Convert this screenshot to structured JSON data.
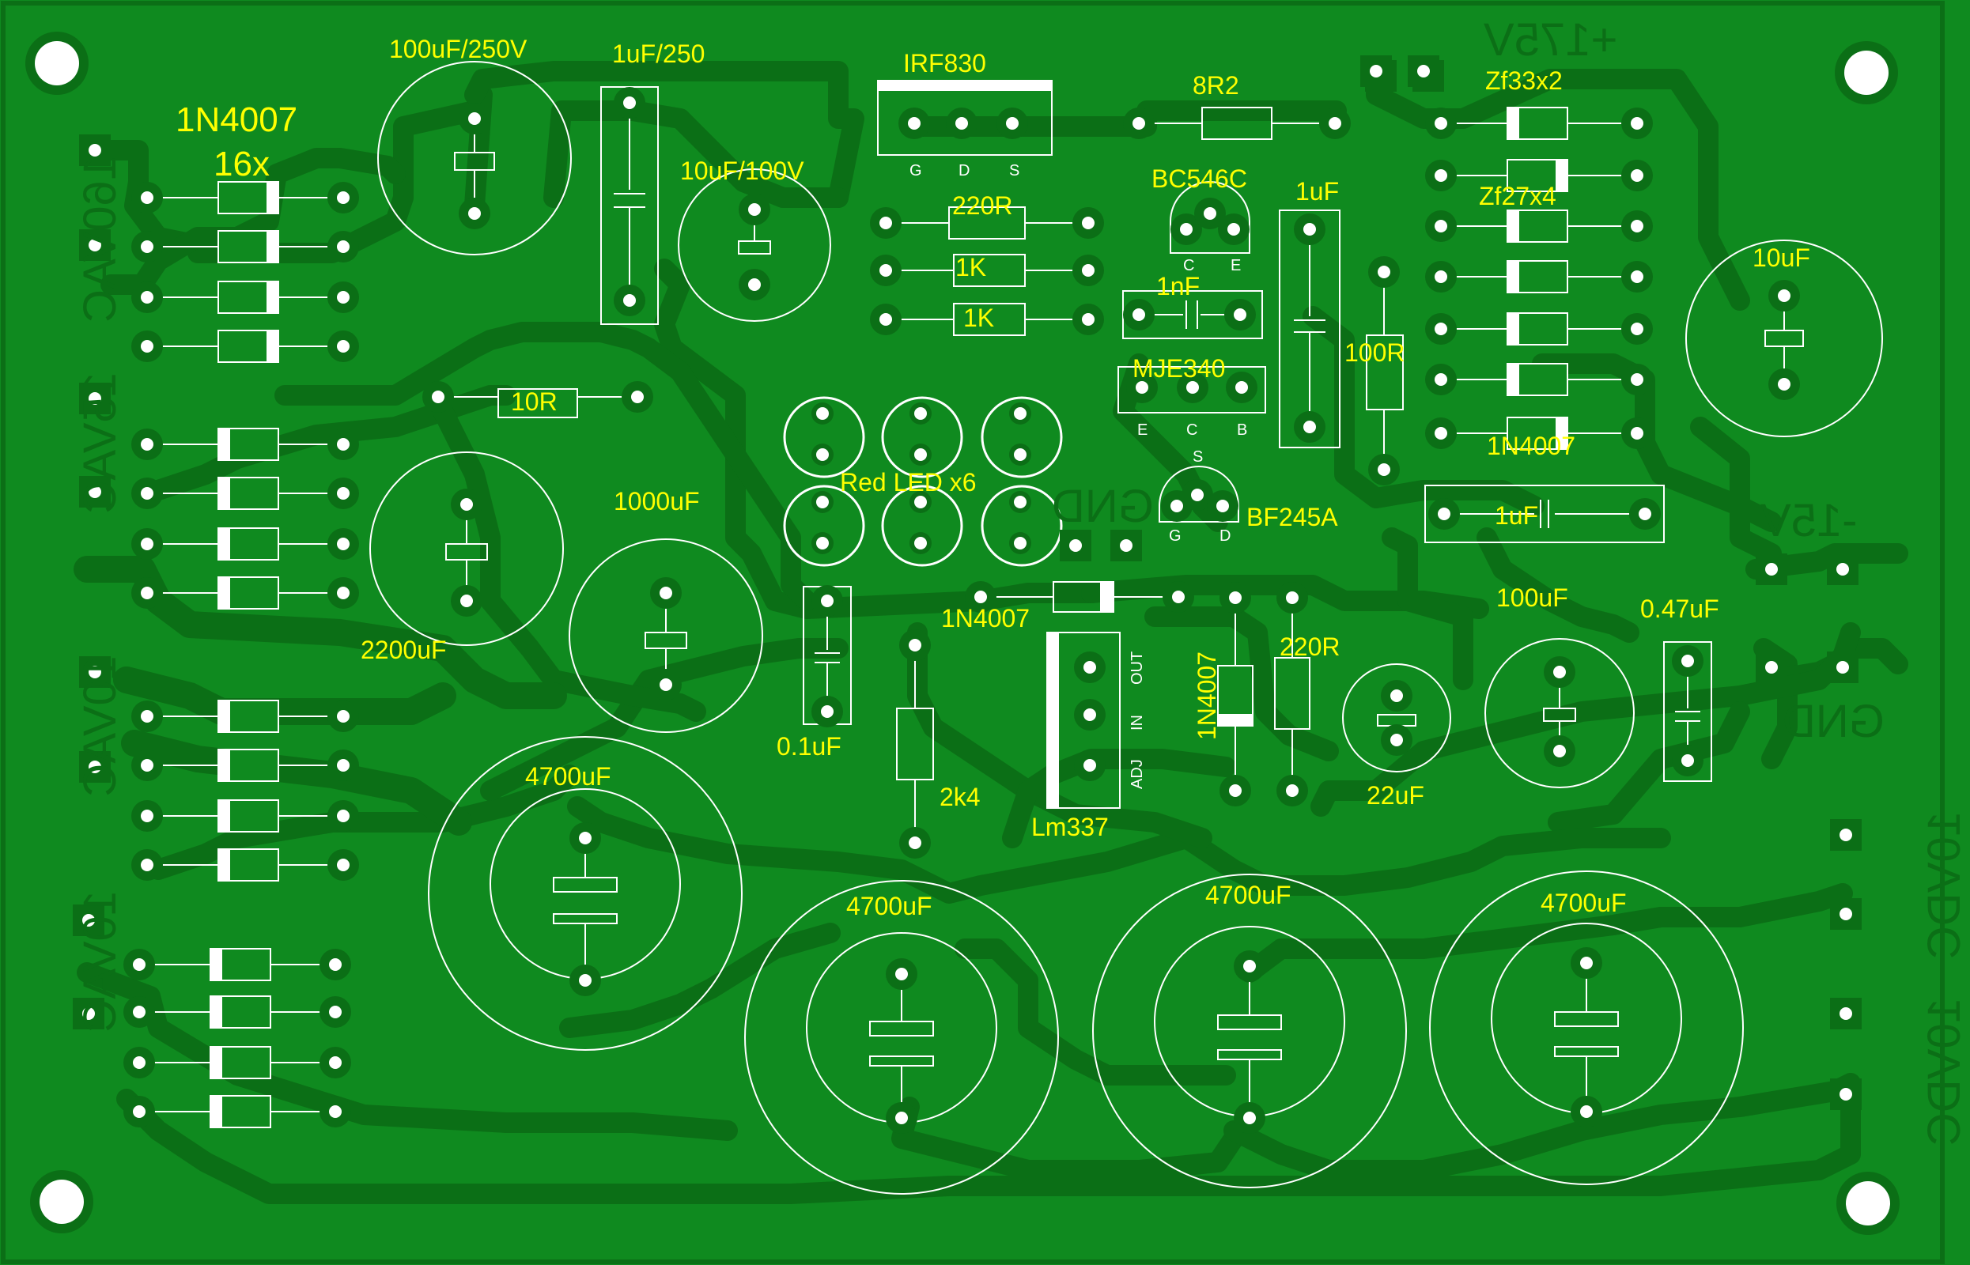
{
  "board": {
    "background": "#0f8a1f",
    "trace_color": "#0b6f16",
    "pad_color": "#ffffff",
    "silk_color": "#ffffff",
    "label_color": "#ffff00"
  },
  "labels": {
    "c1": "100uF/250V",
    "c2": "1uF/250",
    "q1": "IRF830",
    "r1": "8R2",
    "zf1": "Zf33x2",
    "d1a": "1N4007",
    "d1b": "16x",
    "c3": "10uF/100V",
    "r2": "220R",
    "q2": "BC546C",
    "c4": "1uF",
    "zf2": "Zf27x4",
    "r3": "1K",
    "r4": "1K",
    "c5": "1nF",
    "c6": "10uF",
    "q3": "MJE340",
    "r5": "100R",
    "r6": "10R",
    "d2": "1N4007",
    "leds": "Red LED x6",
    "c7": "1000uF",
    "q4": "BF245A",
    "c8": "1uF",
    "c9": "2200uF",
    "d3": "1N4007",
    "r7": "220R",
    "c10": "100uF",
    "c11": "0.47uF",
    "c12": "0.1uF",
    "d4": "1N4007",
    "r8": "2k4",
    "u1": "Lm337",
    "c13": "22uF",
    "c14": "4700uF",
    "c15": "4700uF",
    "c16": "4700uF",
    "c17": "4700uF"
  },
  "copper_text": {
    "v175": "+175V",
    "v15": "-15V",
    "gnd1": "GND",
    "gnd2": "GND",
    "ac160": "160VAC",
    "ac15": "15VAC",
    "ac10a": "10VAC",
    "ac10b": "10VAC",
    "dc10a": "10VDC",
    "dc10b": "10VDC",
    "plus": "+",
    "minus": "−"
  },
  "pin_labels": {
    "g": "G",
    "d": "D",
    "s": "S",
    "c": "C",
    "e": "E",
    "b": "B",
    "adj": "ADJ",
    "in": "IN",
    "out": "OUT"
  }
}
